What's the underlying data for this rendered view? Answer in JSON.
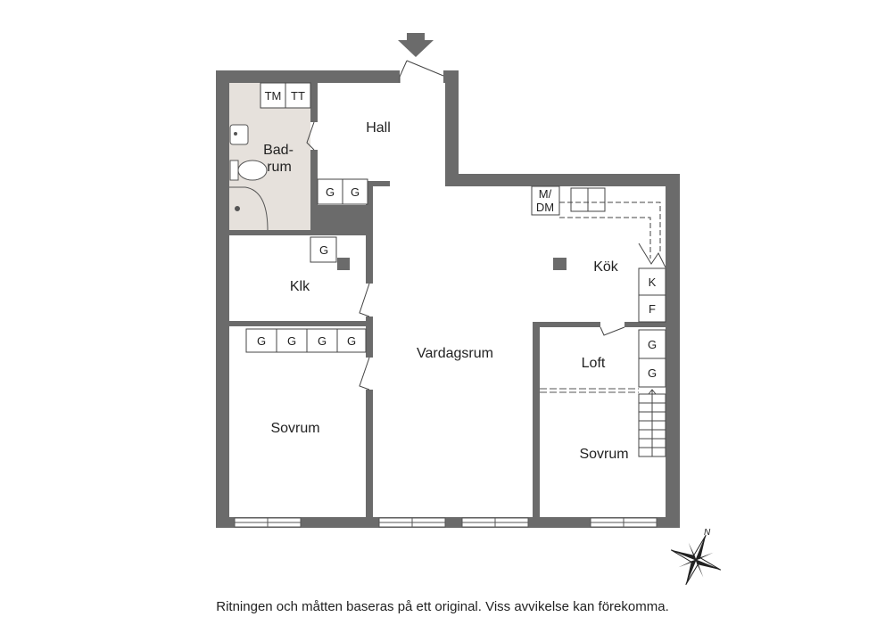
{
  "rooms": {
    "hall": "Hall",
    "badrum_line1": "Bad-",
    "badrum_line2": "rum",
    "klk": "Klk",
    "vardagsrum": "Vardagsrum",
    "kok": "Kök",
    "loft": "Loft",
    "sovrum_left": "Sovrum",
    "sovrum_right": "Sovrum"
  },
  "fixtures": {
    "tm": "TM",
    "tt": "TT",
    "md_line1": "M/",
    "md_line2": "DM",
    "k": "K",
    "f": "F",
    "g": "G"
  },
  "compass": {
    "north": "N"
  },
  "disclaimer": "Ritningen och måtten baseras på ett original. Viss avvikelse kan förekomma.",
  "colors": {
    "wall": "#6b6b6b",
    "bathroom_floor": "#e6e1dc",
    "line": "#444444"
  }
}
